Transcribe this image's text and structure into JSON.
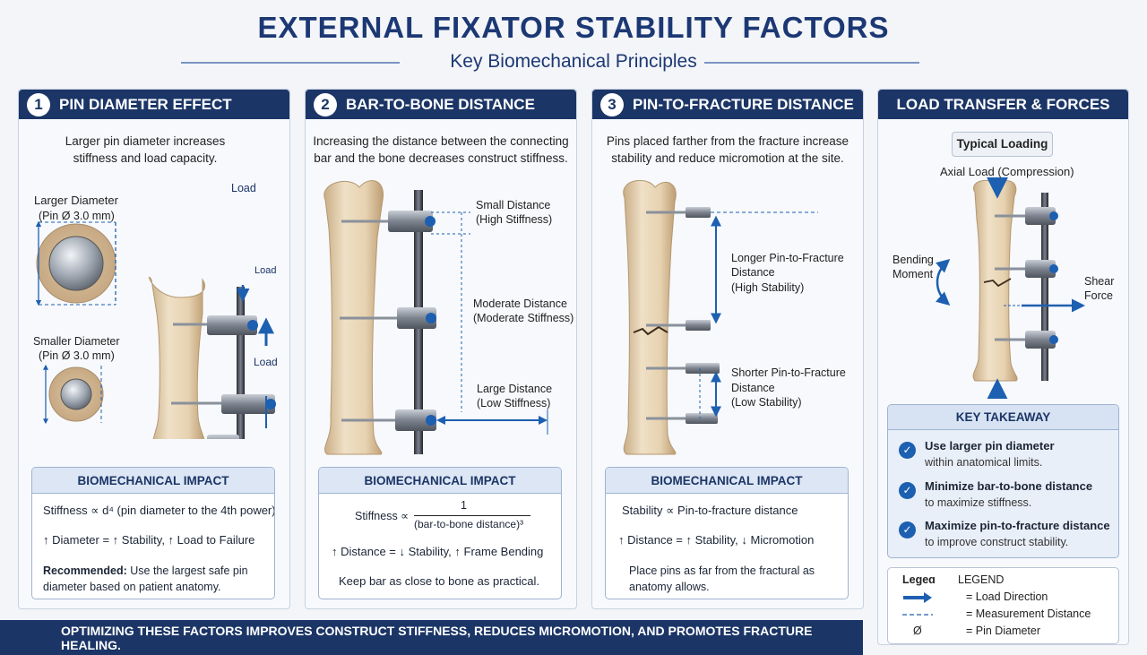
{
  "header": {
    "title": "EXTERNAL FIXATOR STABILITY FACTORS",
    "subtitle": "Key Biomechanical Principles"
  },
  "panel1": {
    "number": "1",
    "title": "PIN DIAMETER EFFECT",
    "description": "Larger pin diameter increases stiffness and load capacity.",
    "larger_label": "Larger Diameter",
    "larger_pin": "(Pin Ø 3.0 mm)",
    "smaller_label": "Smaller Diameter",
    "smaller_pin": "(Pin Ø 3.0 mm)",
    "load_top": "Load",
    "load_mid": "Load",
    "load_bottom": "Load",
    "impact_title": "BIOMECHANICAL IMPACT",
    "impact_line1": "Stiffness ∝ d⁴ (pin diameter to the 4th power)",
    "impact_line2": "↑ Diameter = ↑ Stability, ↑ Load to Failure",
    "impact_rec_label": "Recommended:",
    "impact_rec_text": " Use the largest safe pin diameter based on patient anatomy."
  },
  "panel2": {
    "number": "2",
    "title": "BAR-TO-BONE DISTANCE",
    "description": "Increasing the distance between the connecting bar and the bone decreases construct stiffness.",
    "small": "Small Distance",
    "small_sub": "(High Stiffness)",
    "moderate": "Moderate Distance",
    "moderate_sub": "(Moderate Stiffness)",
    "large": "Large Distance",
    "large_sub": "(Low Stiffness)",
    "impact_title": "BIOMECHANICAL IMPACT",
    "formula_lhs": "Stiffness ∝",
    "formula_num": "1",
    "formula_den": "(bar-to-bone distance)³",
    "impact_line2": "↑ Distance = ↓ Stability, ↑ Frame Bending",
    "impact_line3": "Keep bar as close to bone as practical."
  },
  "panel3": {
    "number": "3",
    "title": "PIN-TO-FRACTURE DISTANCE",
    "description": "Pins placed farther from the fracture increase stability and reduce micromotion at the site.",
    "longer": "Longer Pin-to-Fracture",
    "longer2": "Distance",
    "longer_sub": "(High Stability)",
    "shorter": "Shorter Pin-to-Fracture",
    "shorter2": "Distance",
    "shorter_sub": "(Low Stability)",
    "impact_title": "BIOMECHANICAL IMPACT",
    "impact_line1": "Stability ∝ Pin-to-fracture distance",
    "impact_line2": "↑ Distance = ↑ Stability, ↓ Micromotion",
    "impact_line3": "Place pins as far from the fractural as anatomy allows."
  },
  "panel4": {
    "title": "LOAD TRANSFER & FORCES",
    "chip": "Typical Loading",
    "axial": "Axial Load (Compression)",
    "bending1": "Bending",
    "bending2": "Moment",
    "shear1": "Shear",
    "shear2": "Force",
    "takeaway_title": "KEY TAKEAWAY",
    "takeaways": [
      {
        "main": "Use larger pin diameter",
        "sub": "within anatomical limits."
      },
      {
        "main": "Minimize bar-to-bone distance",
        "sub": "to maximize stiffness."
      },
      {
        "main": "Maximize pin-to-fracture distance",
        "sub": "to improve construct stability."
      }
    ],
    "legend_garbled": "Legeɑ",
    "legend_title": "LEGEND",
    "legend_items": [
      {
        "icon": "",
        "text": "= Load Direction"
      },
      {
        "icon": "",
        "text": "= Measurement Distance"
      },
      {
        "icon": "Ø",
        "text": "= Pin Diameter"
      }
    ]
  },
  "footer": {
    "banner": "OPTIMIZING THESE FACTORS IMPROVES CONSTRUCT STIFFNESS, REDUCES MICROMOTION, AND PROMOTES FRACTURE HEALING."
  },
  "colors": {
    "navy": "#1b3566",
    "accent_blue": "#1d5fb0",
    "bone": "#e6d3b6"
  }
}
